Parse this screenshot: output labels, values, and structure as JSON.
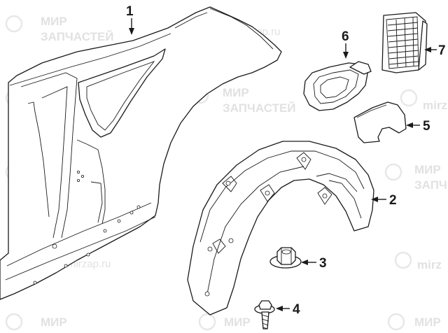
{
  "watermark": {
    "line1": "МИР",
    "line2": "ЗАПЧАСТЕЙ",
    "short": "mirz",
    "short2": "ЗАПЧ",
    "url": "mirzap.ru"
  },
  "callouts": [
    {
      "number": "1",
      "part": "quarter-panel"
    },
    {
      "number": "2",
      "part": "wheel-arch-liner"
    },
    {
      "number": "3",
      "part": "flange-nut"
    },
    {
      "number": "4",
      "part": "screw"
    },
    {
      "number": "5",
      "part": "fuel-door"
    },
    {
      "number": "6",
      "part": "fuel-filler-housing"
    },
    {
      "number": "7",
      "part": "air-vent"
    }
  ]
}
